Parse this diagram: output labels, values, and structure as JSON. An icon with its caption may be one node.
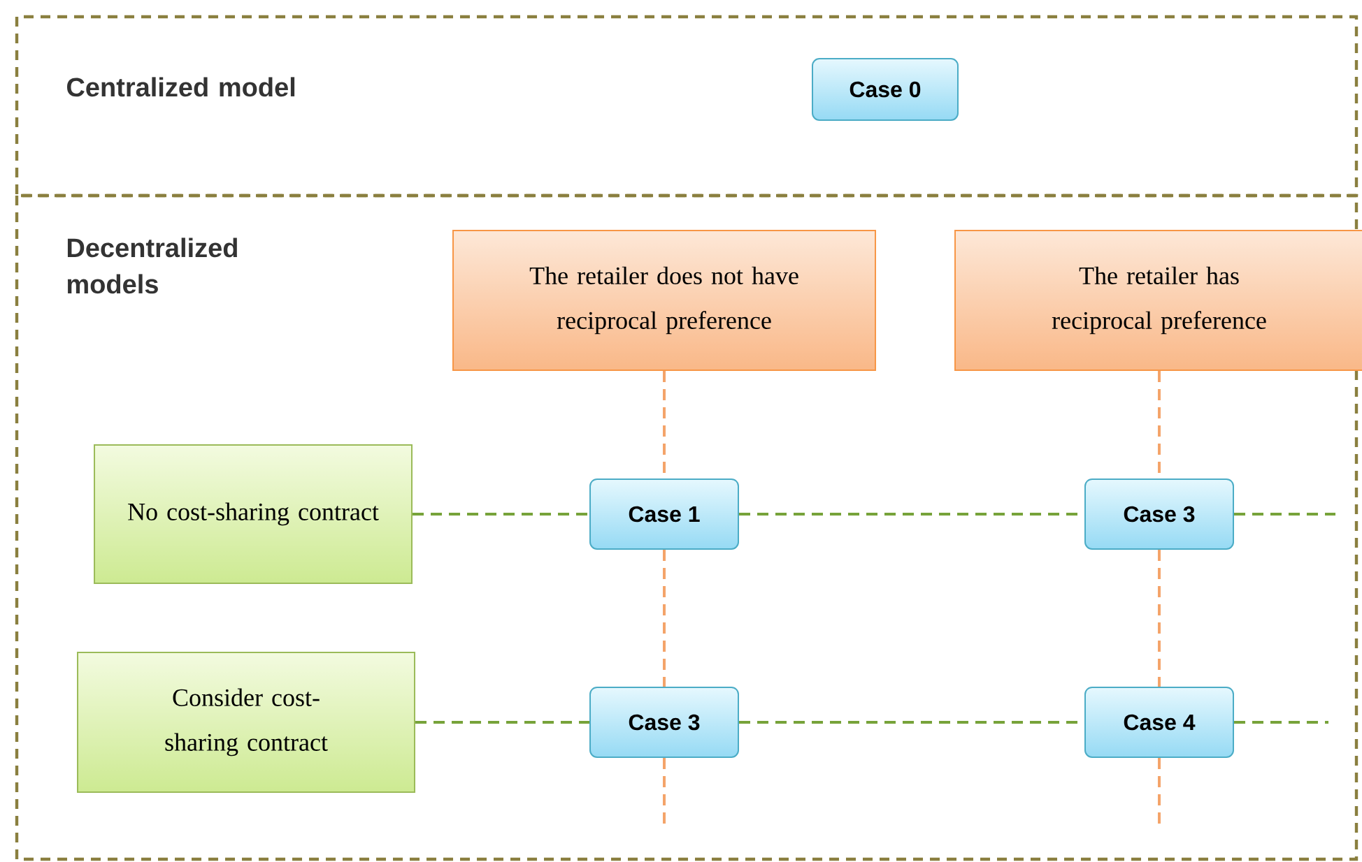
{
  "diagram": {
    "nodes": [
      {
        "text": [
          "Centralized model"
        ]
      },
      {
        "text": [
          "Case 0"
        ],
        "in": 0
      },
      {
        "text": [
          "Decentralized models"
        ]
      },
      {
        "text": [
          "The retailer does not have reciprocal preference"
        ],
        "in": 2
      },
      {
        "text": [
          "The retailer has reciprocal preference"
        ],
        "in": 2
      },
      {
        "text": [
          "No cost-sharing contract"
        ],
        "in": 2
      },
      {
        "text": [
          "Consider cost-sharing contract"
        ],
        "in": 2
      },
      {
        "text": [
          "Case 1"
        ],
        "in": 2
      },
      {
        "text": [
          "Case 3"
        ],
        "in": 2
      },
      {
        "text": [
          "Case 3"
        ],
        "in": 2
      },
      {
        "text": [
          "Case 4"
        ],
        "in": 2
      }
    ],
    "edges": [
      {
        "from": 3,
        "to": 7,
        "arrow": "none",
        "style": "dashed",
        "color": "#f4a46a"
      },
      {
        "from": 7,
        "to": 9,
        "arrow": "none",
        "style": "dashed",
        "color": "#f4a46a"
      },
      {
        "from": 9,
        "to": null,
        "arrow": "none",
        "style": "dashed",
        "color": "#f4a46a"
      },
      {
        "from": 4,
        "to": 8,
        "arrow": "none",
        "style": "dashed",
        "color": "#f4a46a"
      },
      {
        "from": 8,
        "to": 10,
        "arrow": "none",
        "style": "dashed",
        "color": "#f4a46a"
      },
      {
        "from": 10,
        "to": null,
        "arrow": "none",
        "style": "dashed",
        "color": "#f4a46a"
      },
      {
        "from": 5,
        "to": 7,
        "arrow": "none",
        "style": "dashed",
        "color": "#77a33a"
      },
      {
        "from": 7,
        "to": 8,
        "arrow": "none",
        "style": "dashed",
        "color": "#77a33a"
      },
      {
        "from": 8,
        "to": null,
        "arrow": "none",
        "style": "dashed",
        "color": "#77a33a"
      },
      {
        "from": 6,
        "to": 9,
        "arrow": "none",
        "style": "dashed",
        "color": "#77a33a"
      },
      {
        "from": 9,
        "to": 10,
        "arrow": "none",
        "style": "dashed",
        "color": "#77a33a"
      },
      {
        "from": 10,
        "to": null,
        "arrow": "none",
        "style": "dashed",
        "color": "#77a33a"
      }
    ]
  }
}
